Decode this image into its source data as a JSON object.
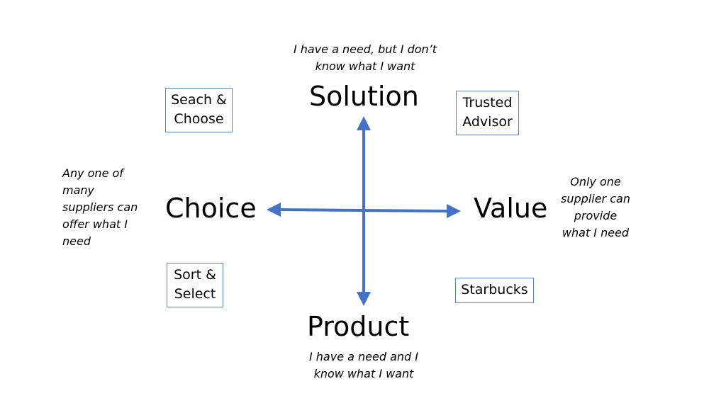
{
  "axes": {
    "top": "Solution",
    "bottom": "Product",
    "left": "Choice",
    "right": "Value"
  },
  "notes": {
    "top": "I have a need, but I don’t\nknow what I want",
    "bottom": "I have a need and I\nknow what I want",
    "left": "Any one of\nmany\nsuppliers can\noffer what I\nneed",
    "right": "Only one\nsupplier can\nprovide\nwhat I need"
  },
  "quadrants": {
    "top_left": "Seach &\nChoose",
    "top_right": "Trusted\nAdvisor",
    "bottom_left": "Sort &\nSelect",
    "bottom_right": "Starbucks"
  },
  "colors": {
    "arrow": "#4472c4",
    "box_border": "#5b85c4"
  }
}
